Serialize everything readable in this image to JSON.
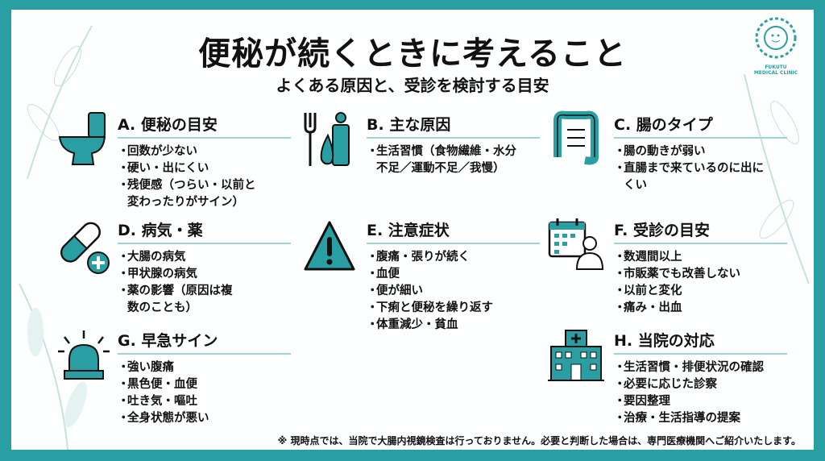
{
  "header": {
    "title": "便秘が続くときに考えること",
    "subtitle": "よくある原因と、受診を検討する目安"
  },
  "logo": {
    "line1": "FUKUTU",
    "line2": "MEDICAL CLINIC"
  },
  "colors": {
    "teal": "#2a9fa3",
    "underline": "#9ed4d4"
  },
  "sections": [
    {
      "id": "A",
      "title": "A. 便秘の目安",
      "icon": "toilet-icon",
      "items": [
        "回数が少ない",
        "硬い・出にくい",
        "残便感（つらい・以前と変わったりがサイン）"
      ]
    },
    {
      "id": "B",
      "title": "B. 主な原因",
      "icon": "fork-person-water-icon",
      "items": [
        "生活習慣（食物繊維・水分不足／運動不足／我慢）"
      ]
    },
    {
      "id": "C",
      "title": "C. 腸のタイプ",
      "icon": "intestine-icon",
      "items": [
        "腸の動きが弱い",
        "直腸まで来ているのに出にくい"
      ]
    },
    {
      "id": "D",
      "title": "D. 病気・薬",
      "icon": "capsule-icon",
      "items": [
        "大腸の病気",
        "甲状腺の病気",
        "薬の影響（原因は複数のことも）"
      ]
    },
    {
      "id": "E",
      "title": "E. 注意症状",
      "icon": "warning-icon",
      "items": [
        "腹痛・張りが続く",
        "血便",
        "便が細い",
        "下痢と便秘を繰り返す",
        "体重減少・貧血"
      ]
    },
    {
      "id": "F",
      "title": "F. 受診の目安",
      "icon": "calendar-doctor-icon",
      "items": [
        "数週間以上",
        "市販薬でも改善しない",
        "以前と変化",
        "痛み・出血"
      ]
    },
    {
      "id": "G",
      "title": "G. 早急サイン",
      "icon": "siren-icon",
      "items": [
        "強い腹痛",
        "黒色便・血便",
        "吐き気・嘔吐",
        "全身状態が悪い"
      ]
    },
    {
      "id": "H",
      "title": "H. 当院の対応",
      "icon": "hospital-icon",
      "items": [
        "生活習慣・排便状況の確認",
        "必要に応じた診察",
        "要因整理",
        "治療・生活指導の提案"
      ]
    }
  ],
  "footnote": "※ 現時点では、当院で大腸内視鏡検査は行っておりません。必要と判断した場合は、専門医療機関へご紹介いたします。"
}
